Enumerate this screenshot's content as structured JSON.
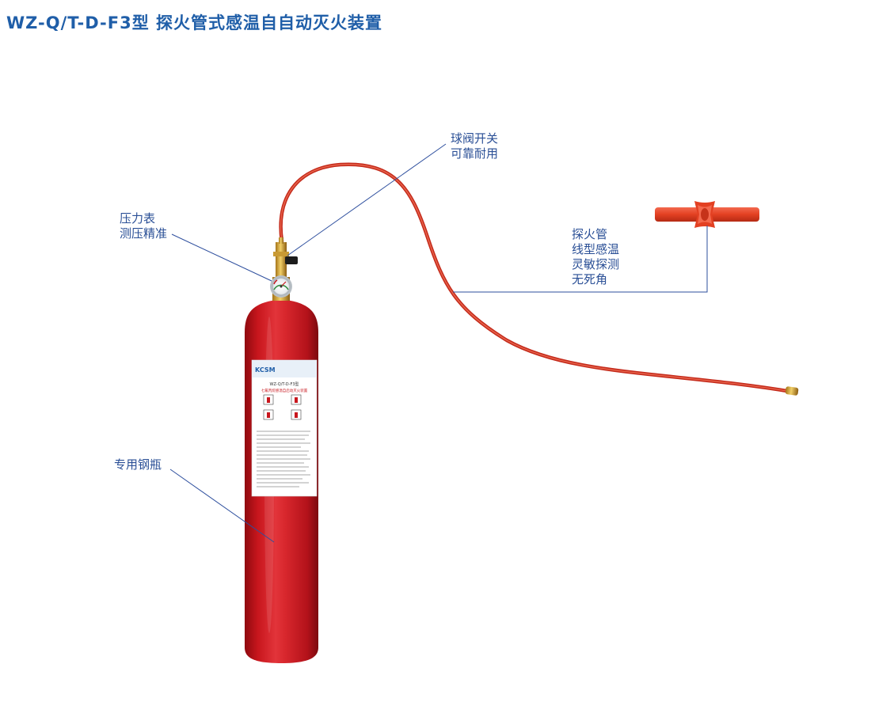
{
  "title": "WZ-Q/T-D-F3型 探火管式感温自自动灭火装置",
  "callouts": {
    "valve": {
      "line1": "球阀开关",
      "line2": "可靠耐用"
    },
    "gauge": {
      "line1": "压力表",
      "line2": "测压精准"
    },
    "tube": {
      "line1": "探火管",
      "line2": "线型感温",
      "line3": "灵敏探测",
      "line4": "无死角"
    },
    "cylinder": {
      "line1": "专用钢瓶"
    }
  },
  "product_label": {
    "brand": "KCSM",
    "model": "WZ-Q/T-D-F3型",
    "name": "七氟丙烷感温自启动灭火装置"
  },
  "colors": {
    "title": "#1f5ea8",
    "callout_text": "#2a4f96",
    "leader_line": "#2e4f9e",
    "cylinder_red": "#c8161d",
    "tube_red": "#e8402c"
  },
  "icons": [
    "fire-extinguisher-illustration",
    "detector-tube-illustration",
    "pressure-gauge-icon",
    "ball-valve-icon"
  ]
}
